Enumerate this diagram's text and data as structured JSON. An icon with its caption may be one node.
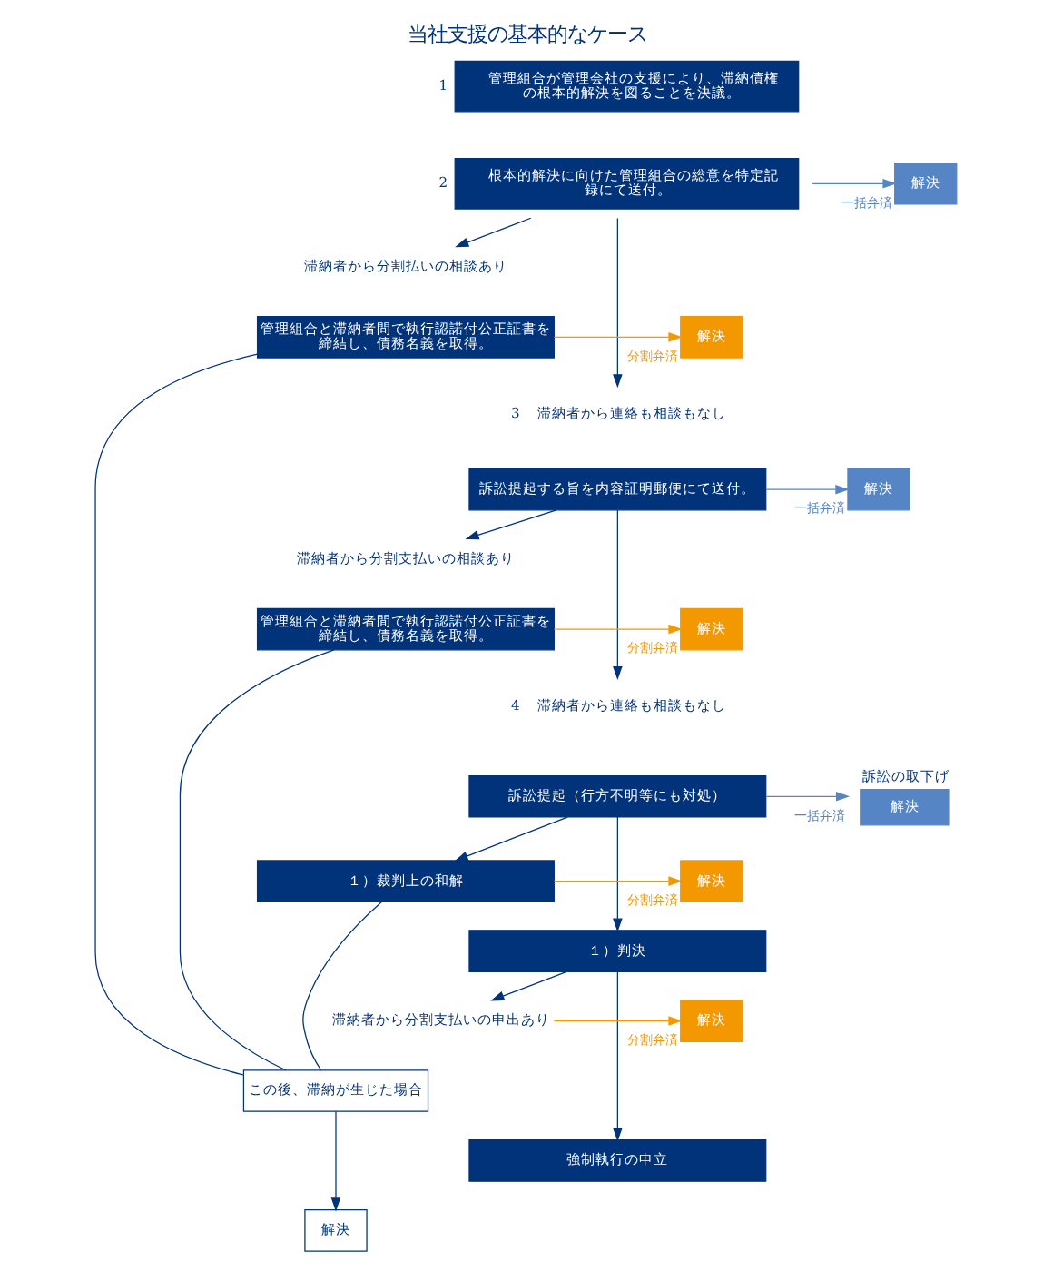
{
  "diagram": {
    "title": "当社支援の基本的なケース",
    "nodes": [
      {
        "text": [
          "管理組合が管理会社の支援により、滞納債権の根本的解決を図ることを決議。"
        ],
        "beside": [
          "1"
        ]
      },
      {
        "text": [
          "根本的解決に向けた管理組合の総意を特定記録にて送付。"
        ],
        "beside": [
          "2"
        ]
      },
      {
        "text": [
          "解決"
        ]
      },
      {
        "text": [
          "滞納者から分割払いの相談あり"
        ]
      },
      {
        "text": [
          "管理組合と滞納者間で執行認諾付公正証書を締結し、債務名義を取得。"
        ]
      },
      {
        "text": [
          "解決"
        ]
      },
      {
        "text": [
          "滞納者から連絡も相談もなし"
        ],
        "beside": [
          "3"
        ]
      },
      {
        "text": [
          "訴訟提起する旨を内容証明郵便にて送付。"
        ]
      },
      {
        "text": [
          "解決"
        ]
      },
      {
        "text": [
          "滞納者から分割支払いの相談あり"
        ]
      },
      {
        "text": [
          "管理組合と滞納者間で執行認諾付公正証書を締結し、債務名義を取得。"
        ]
      },
      {
        "text": [
          "解決"
        ]
      },
      {
        "text": [
          "滞納者から連絡も相談もなし"
        ],
        "beside": [
          "4"
        ]
      },
      {
        "text": [
          "訴訟提起（行方不明等にも対処）"
        ]
      },
      {
        "text": [
          "解決"
        ],
        "beside": [
          "訴訟の取下げ"
        ]
      },
      {
        "text": [
          "１）裁判上の和解"
        ]
      },
      {
        "text": [
          "解決"
        ]
      },
      {
        "text": [
          "１）判決"
        ]
      },
      {
        "text": [
          "滞納者から分割支払いの申出あり"
        ]
      },
      {
        "text": [
          "解決"
        ]
      },
      {
        "text": [
          "この後、滞納が生じた場合"
        ]
      },
      {
        "text": [
          "強制執行の申立"
        ]
      },
      {
        "text": [
          "解決"
        ]
      }
    ],
    "edges": [
      {
        "from": 1,
        "to": 6,
        "arrow": "to"
      },
      {
        "from": 7,
        "to": 12,
        "arrow": "to"
      },
      {
        "from": 13,
        "to": 17,
        "arrow": "to"
      },
      {
        "from": 17,
        "to": 21,
        "arrow": "to"
      },
      {
        "from": 1,
        "to": 2,
        "arrow": "to",
        "label": "一括弁済",
        "color": "#5585c5"
      },
      {
        "from": 1,
        "to": 3,
        "arrow": "to"
      },
      {
        "from": 4,
        "to": 5,
        "arrow": "to",
        "label": "分割弁済",
        "color": "#f39800"
      },
      {
        "from": 7,
        "to": 8,
        "arrow": "to",
        "label": "一括弁済",
        "color": "#5585c5"
      },
      {
        "from": 7,
        "to": 9,
        "arrow": "to"
      },
      {
        "from": 10,
        "to": 11,
        "arrow": "to",
        "label": "分割弁済",
        "color": "#f39800"
      },
      {
        "from": 13,
        "to": 14,
        "arrow": "to",
        "label": "一括弁済",
        "color": "#5585c5"
      },
      {
        "from": 13,
        "to": 15,
        "arrow": "to"
      },
      {
        "from": 15,
        "to": 16,
        "arrow": "to",
        "label": "分割弁済",
        "color": "#f39800"
      },
      {
        "from": 17,
        "to": 18,
        "arrow": "to"
      },
      {
        "from": 18,
        "to": 19,
        "arrow": "to",
        "label": "分割弁済",
        "color": "#f39800"
      },
      {
        "from": 4,
        "to": 20,
        "arrow": "none"
      },
      {
        "from": 10,
        "to": 20,
        "arrow": "none"
      },
      {
        "from": 15,
        "to": 20,
        "arrow": "none"
      },
      {
        "from": 20,
        "to": 22,
        "arrow": "to"
      }
    ]
  }
}
